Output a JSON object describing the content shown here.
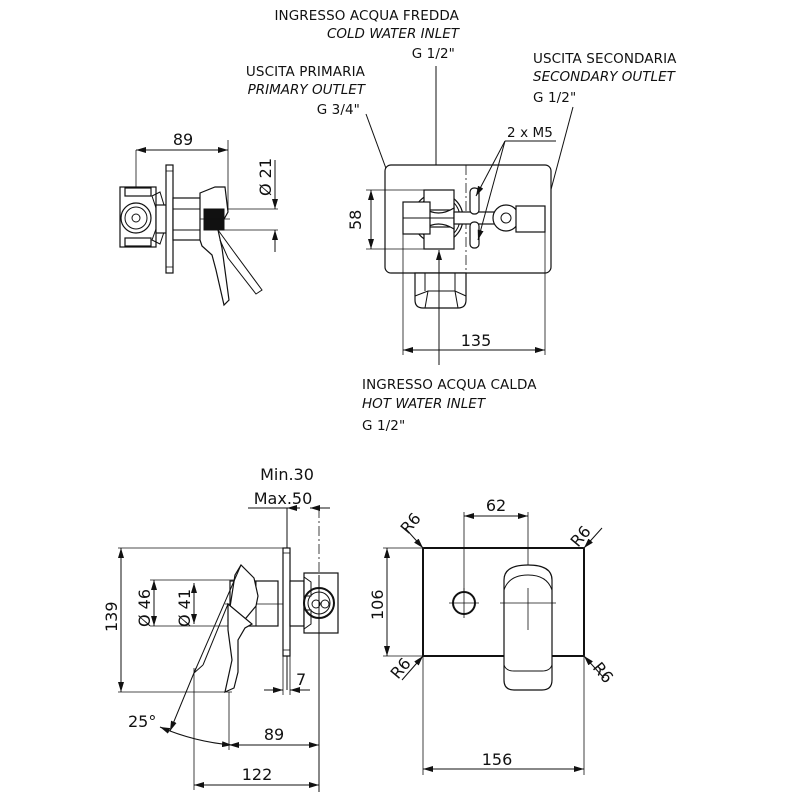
{
  "drawing": {
    "title": "Single-lever concealed shower mixer with diverter – technical drawing",
    "line_color": "#111111",
    "background_color": "#ffffff"
  },
  "top_view": {
    "cold_inlet": {
      "label_it": "INGRESSO ACQUA FREDDA",
      "label_en": "COLD WATER INLET",
      "thread": "G 1/2\""
    },
    "primary_outlet": {
      "label_it": "USCITA PRIMARIA",
      "label_en": "PRIMARY OUTLET",
      "thread": "G 3/4\""
    },
    "secondary_outlet": {
      "label_it": "USCITA SECONDARIA",
      "label_en": "SECONDARY OUTLET",
      "thread": "G 1/2\""
    },
    "hot_inlet": {
      "label_it": "INGRESSO ACQUA CALDA",
      "label_en": "HOT WATER INLET",
      "thread": "G 1/2\""
    },
    "screws": "2 x M5",
    "dim_height": "58",
    "dim_width": "135"
  },
  "top_side_view": {
    "dim_depth": "89",
    "dim_diameter": "Ø 21"
  },
  "bottom_side_view": {
    "wall_min": "Min.30",
    "wall_max": "Max.50",
    "dim_height": "139",
    "dim_diameter_outer": "Ø 46",
    "dim_diameter_inner": "Ø 41",
    "dim_plate": "7",
    "angle": "25°",
    "dim_projection": "89",
    "dim_total_depth": "122"
  },
  "front_view": {
    "dim_spacing": "62",
    "dim_height": "106",
    "dim_width": "156",
    "radius_tl": "R6",
    "radius_tr": "R6",
    "radius_bl": "R6",
    "radius_br": "R6"
  }
}
